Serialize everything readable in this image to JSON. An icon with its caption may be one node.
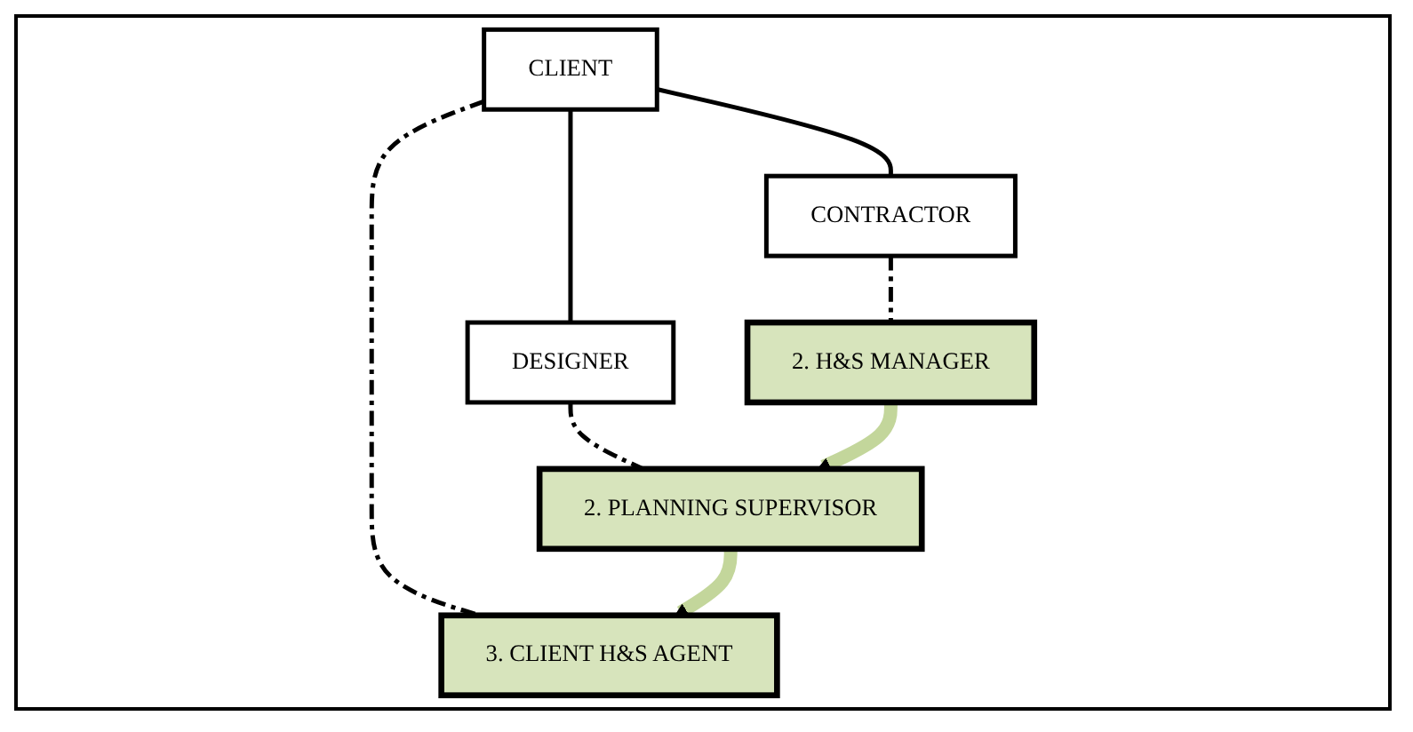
{
  "diagram": {
    "nodes": [
      {
        "text": [
          "3. CLIENT H&S AGENT"
        ]
      },
      {
        "text": [
          "CLIENT"
        ]
      },
      {
        "text": [
          "2. PLANNING SUPERVISOR"
        ]
      },
      {
        "text": [
          "DESIGNER"
        ]
      },
      {
        "text": [
          "CONTRACTOR"
        ]
      },
      {
        "text": [
          "2. H&S MANAGER"
        ]
      }
    ],
    "edges": [
      {
        "from": 1,
        "to": 0,
        "arrow": "none",
        "style": "dashed"
      },
      {
        "from": 1,
        "to": 3,
        "arrow": "none"
      },
      {
        "from": 1,
        "to": 4,
        "arrow": "none"
      },
      {
        "from": 3,
        "to": 2,
        "arrow": "none",
        "style": "dashed"
      },
      {
        "from": 4,
        "to": 5,
        "arrow": "none",
        "style": "dashed"
      },
      {
        "from": 2,
        "to": 0,
        "arrow": "to",
        "style": "thick",
        "color": "#c3d69b"
      },
      {
        "from": 5,
        "to": 2,
        "arrow": "to",
        "style": "thick",
        "color": "#c3d69b"
      }
    ]
  }
}
